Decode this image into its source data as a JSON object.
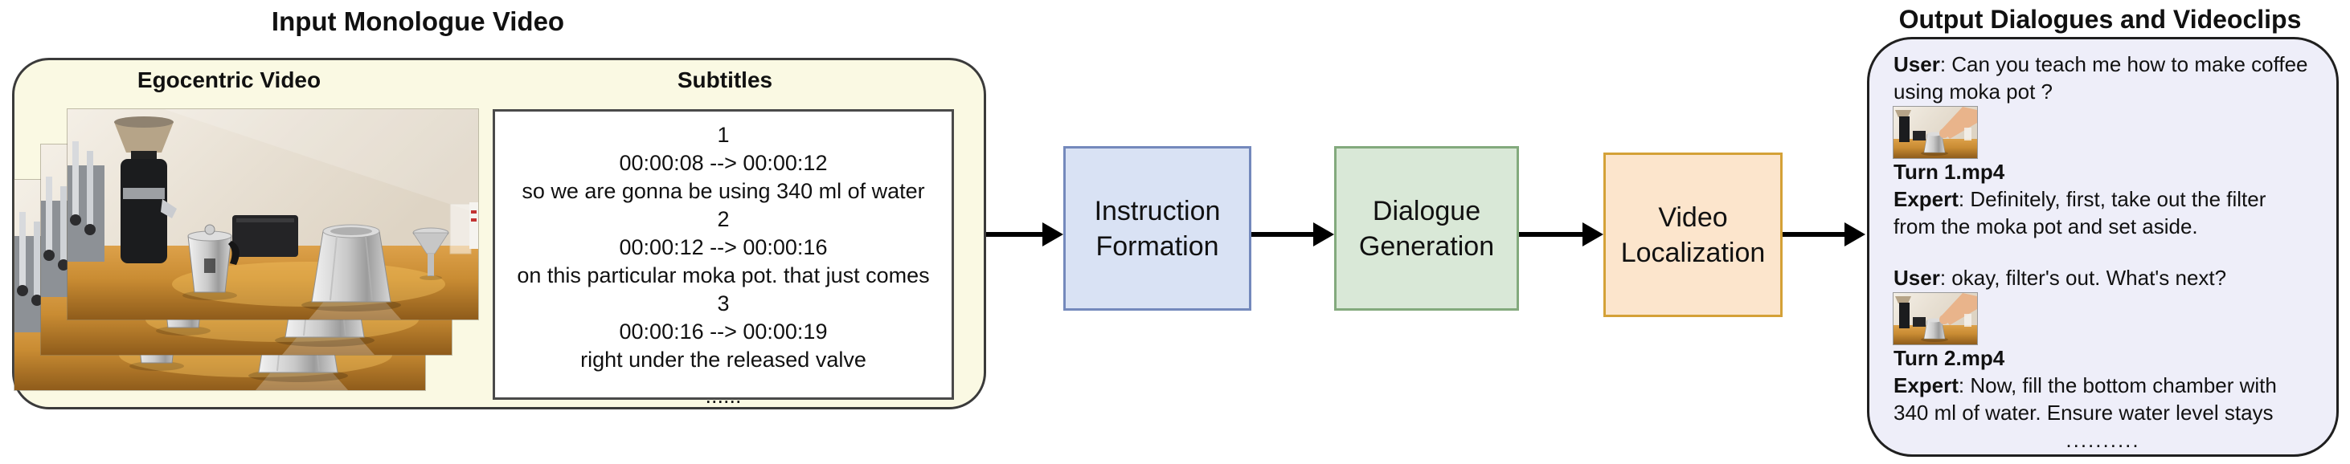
{
  "input": {
    "title": "Input Monologue Video",
    "panel_fill": "#FAF9E3",
    "egocentric": {
      "label": "Egocentric Video",
      "frame_count": "3"
    },
    "subtitles": {
      "label": "Subtitles",
      "lines": [
        "1",
        "00:00:08 --> 00:00:12",
        "so we are gonna be using 340 ml of water",
        "2",
        "00:00:12 --> 00:00:16",
        "on this particular moka pot. that just comes",
        "3",
        "00:00:16 --> 00:00:19",
        "right under the released valve",
        "......"
      ]
    }
  },
  "pipeline": {
    "arrow_color": "#000000",
    "steps": [
      {
        "line1": "Instruction",
        "line2": "Formation",
        "fill": "#D9E2F4",
        "border": "#7489BC"
      },
      {
        "line1": "Dialogue",
        "line2": "Generation",
        "fill": "#D9E8D7",
        "border": "#83AA7D"
      },
      {
        "line1": "Video",
        "line2": "Localization",
        "fill": "#FCE5CC",
        "border": "#D4A137"
      }
    ]
  },
  "output": {
    "title": "Output Dialogues and Videoclips",
    "panel_fill": "#EEEEF9",
    "turns": [
      {
        "speaker": "User",
        "text": ": Can you teach me how to make coffee using moka pot ?"
      },
      {
        "clip": "Turn 1.mp4"
      },
      {
        "speaker": "Expert",
        "text": ": Definitely, first, take out the filter from the moka pot and set aside."
      },
      {
        "speaker": "User",
        "text": ": okay, filter's out. What's next?"
      },
      {
        "clip": "Turn 2.mp4"
      },
      {
        "speaker": "Expert",
        "text": ": Now, fill the bottom chamber with 340 ml of water. Ensure water level stays"
      }
    ],
    "ellipsis": ".........."
  }
}
